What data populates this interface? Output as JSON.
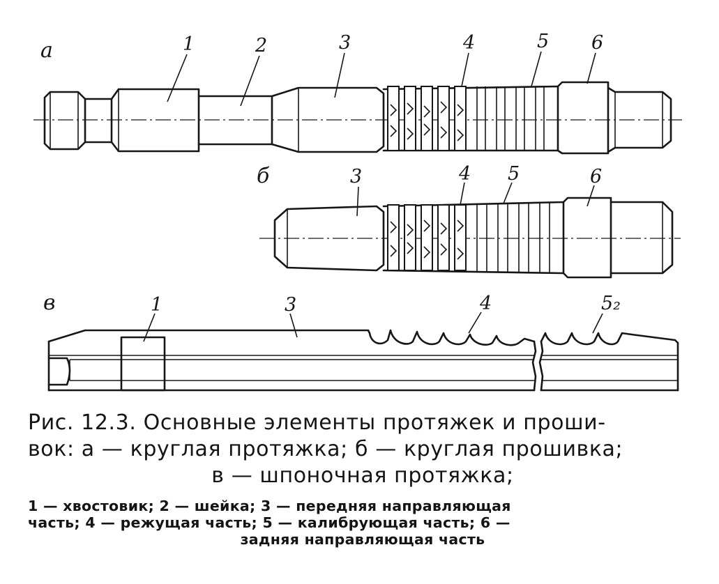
{
  "figure": {
    "sub_labels": {
      "a": "а",
      "b": "б",
      "c": "в"
    },
    "part_numbers": {
      "p1": "1",
      "p2": "2",
      "p3": "3",
      "p4": "4",
      "p5": "5",
      "p6": "6",
      "p5_keyway": "5₂"
    }
  },
  "caption": {
    "title_line1": "Рис. 12.3. Основные элементы протяжек и проши-",
    "title_line2": "вок: а — круглая протяжка; б — круглая прошивка;",
    "title_line3": "в — шпоночная протяжка;",
    "legend_line1": "1 — хвостовик; 2 — шейка; 3 — передняя направляющая",
    "legend_line2": "часть; 4 — режущая часть; 5 — калибрующая часть; 6 —",
    "legend_line3": "задняя направляющая часть"
  }
}
